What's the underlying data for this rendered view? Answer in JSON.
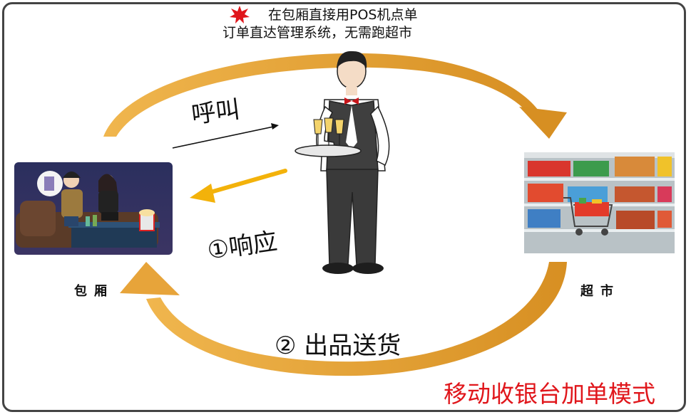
{
  "top_note": {
    "line1": "在包厢直接用POS机点单",
    "line2": "订单直达管理系统，无需跑超市"
  },
  "steps": {
    "call": "呼叫",
    "respond": "①响应",
    "deliver": "② 出品送货"
  },
  "nodes": {
    "room": "包厢",
    "supermarket": "超市"
  },
  "title": "移动收银台加单模式",
  "colors": {
    "arc": "#e7a43a",
    "respond_arrow": "#f3b20a",
    "title": "#e0161b",
    "burst": "#e0161b"
  }
}
